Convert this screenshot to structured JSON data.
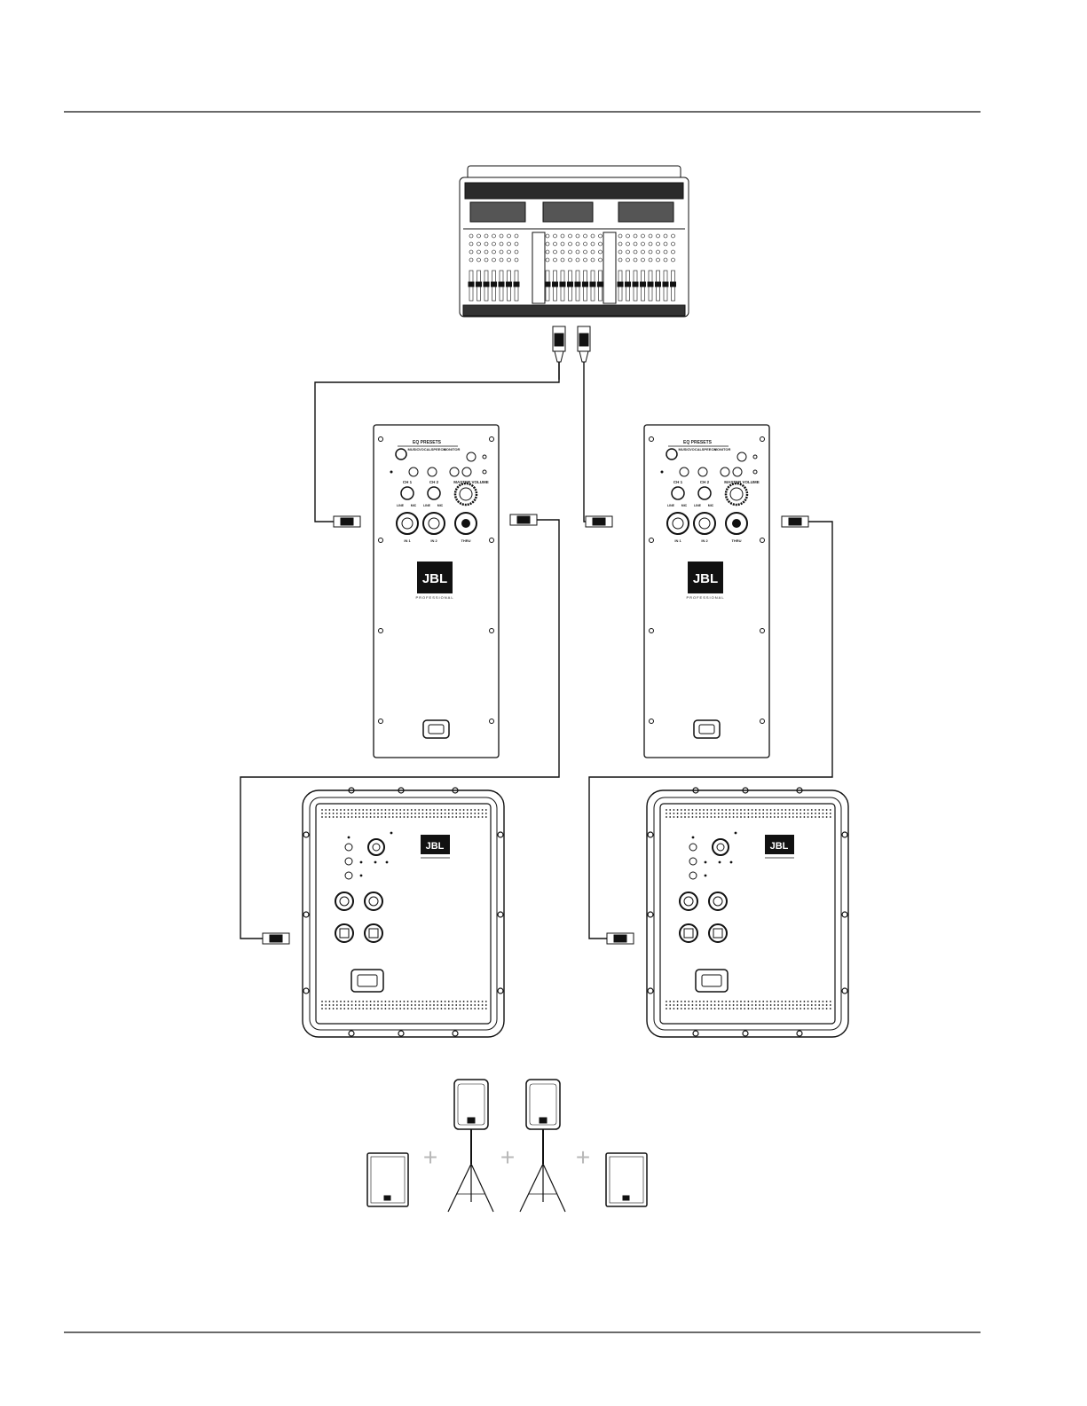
{
  "panels": {
    "brand": "JBL",
    "brand_sub": "PROFESSIONAL",
    "eq_title": "EQ PRESETS",
    "eq_options": [
      "MUSIC",
      "VOCAL",
      "SPEECH",
      "MONITOR"
    ],
    "master_volume": "MASTER VOLUME",
    "ch1": "CH 1",
    "ch2": "CH 2",
    "input_labels": [
      "IN 1",
      "IN 2",
      "THRU"
    ],
    "line_mic": [
      "LINE",
      "MIC"
    ]
  },
  "layout": {
    "plus_symbol": "+"
  },
  "colors": {
    "line": "#111111",
    "plus": "#b8b8b8",
    "fill_dark": "#111111"
  }
}
